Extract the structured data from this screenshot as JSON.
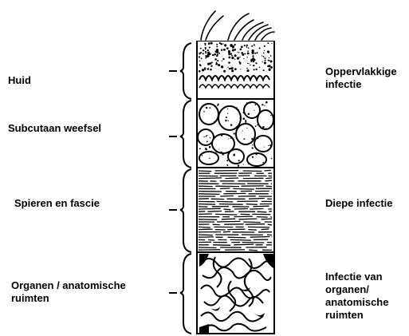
{
  "layers": [
    {
      "name": "Huid",
      "infection": "Oppervlakkige\ninfectie"
    },
    {
      "name": "Subcutaan weefsel",
      "infection": ""
    },
    {
      "name": "Spieren en fascie",
      "infection": "Diepe infectie"
    },
    {
      "name": "Organen / anatomische\nruimten",
      "infection": "Infectie van\norganen/\nanatomische\nruimten"
    }
  ],
  "colors": {
    "ink": "#000000",
    "background": "#ffffff"
  }
}
